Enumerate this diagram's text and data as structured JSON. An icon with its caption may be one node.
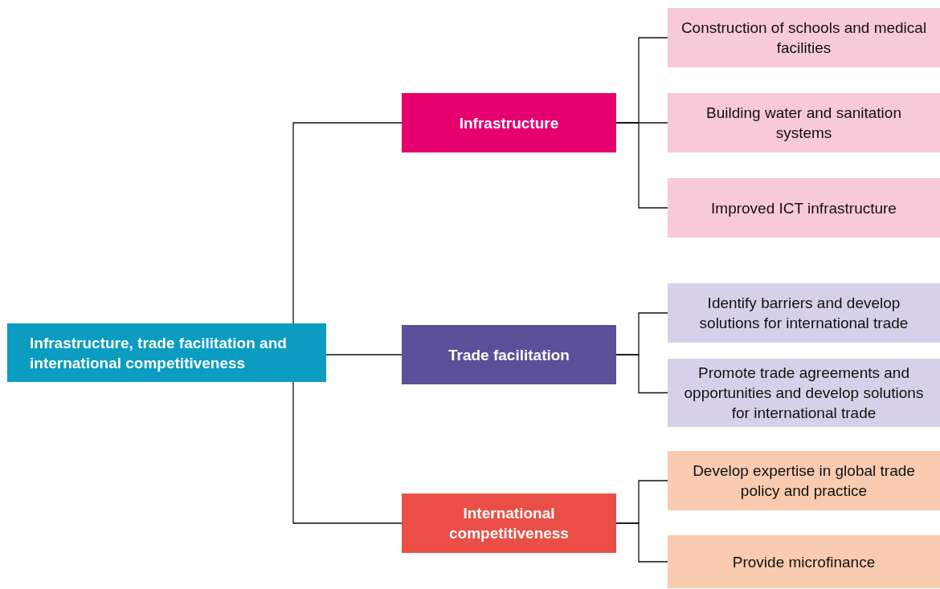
{
  "diagram": {
    "nodes": [
      {
        "text": [
          "Infrastructure, trade facilitation and international competitiveness"
        ]
      },
      {
        "text": [
          "Infrastructure"
        ]
      },
      {
        "text": [
          "Trade facilitation"
        ]
      },
      {
        "text": [
          "International competitiveness"
        ]
      },
      {
        "text": [
          "Construction of schools and medical facilities"
        ]
      },
      {
        "text": [
          "Building water and sanitation systems"
        ]
      },
      {
        "text": [
          "Improved ICT infrastructure"
        ]
      },
      {
        "text": [
          "Identify barriers and develop solutions for international trade"
        ]
      },
      {
        "text": [
          "Promote trade agreements and opportunities and develop solutions for international trade"
        ]
      },
      {
        "text": [
          "Develop expertise in global trade policy and practice"
        ]
      },
      {
        "text": [
          "Provide microfinance"
        ]
      }
    ],
    "edges": [
      {
        "from": 0,
        "to": 1,
        "arrow": "none"
      },
      {
        "from": 0,
        "to": 2,
        "arrow": "none"
      },
      {
        "from": 0,
        "to": 3,
        "arrow": "none"
      },
      {
        "from": 1,
        "to": 4,
        "arrow": "none"
      },
      {
        "from": 1,
        "to": 5,
        "arrow": "none"
      },
      {
        "from": 1,
        "to": 6,
        "arrow": "none"
      },
      {
        "from": 2,
        "to": 7,
        "arrow": "none"
      },
      {
        "from": 2,
        "to": 8,
        "arrow": "none"
      },
      {
        "from": 3,
        "to": 9,
        "arrow": "none"
      },
      {
        "from": 3,
        "to": 10,
        "arrow": "none"
      }
    ]
  }
}
